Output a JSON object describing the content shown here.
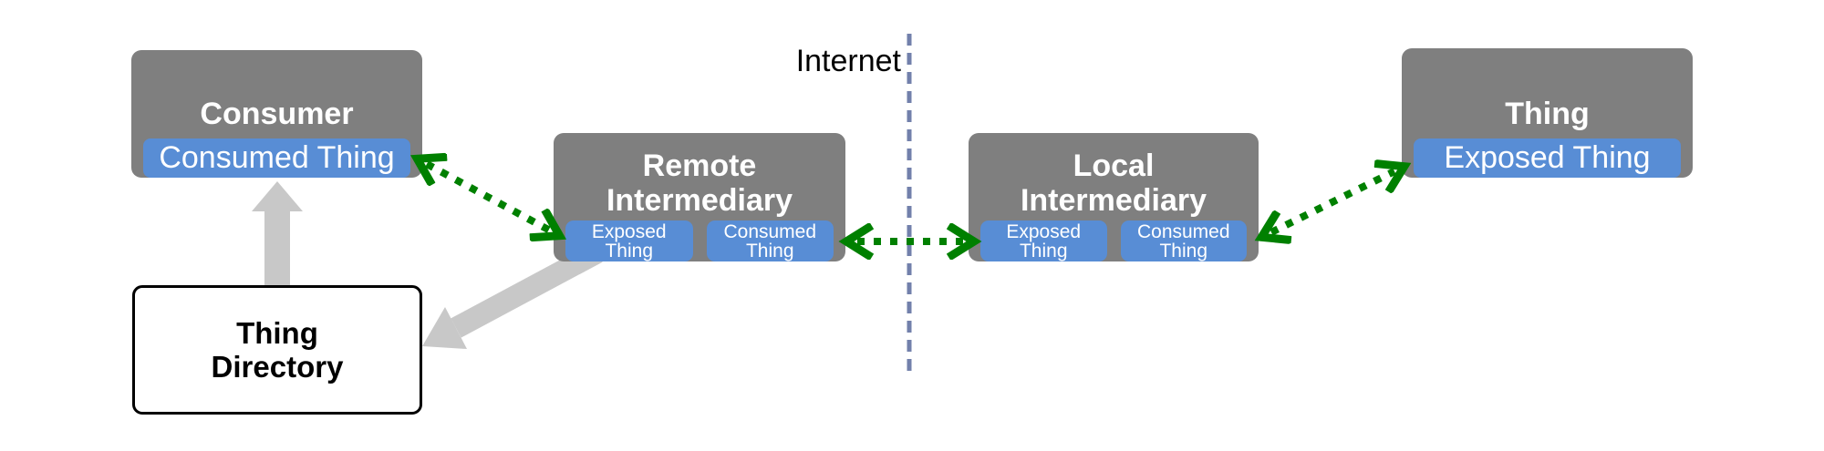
{
  "colors": {
    "node_gray": "#7f7f7f",
    "thing_blue": "#588dd5",
    "arrow_green": "#008000",
    "arrow_gray": "#c8c8c8",
    "divider_slate": "#7280ab",
    "text_white": "#ffffff",
    "text_black": "#000000"
  },
  "divider": {
    "label": "Internet"
  },
  "nodes": {
    "consumer": {
      "title": "Consumer",
      "consumed_thing_label": "Consumed Thing"
    },
    "remote_intermediary": {
      "title": "Remote\nIntermediary",
      "exposed_thing_label": "Exposed\nThing",
      "consumed_thing_label": "Consumed\nThing"
    },
    "local_intermediary": {
      "title": "Local\nIntermediary",
      "exposed_thing_label": "Exposed\nThing",
      "consumed_thing_label": "Consumed\nThing"
    },
    "thing": {
      "title": "Thing",
      "exposed_thing_label": "Exposed Thing"
    },
    "thing_directory": {
      "title": "Thing\nDirectory"
    }
  }
}
